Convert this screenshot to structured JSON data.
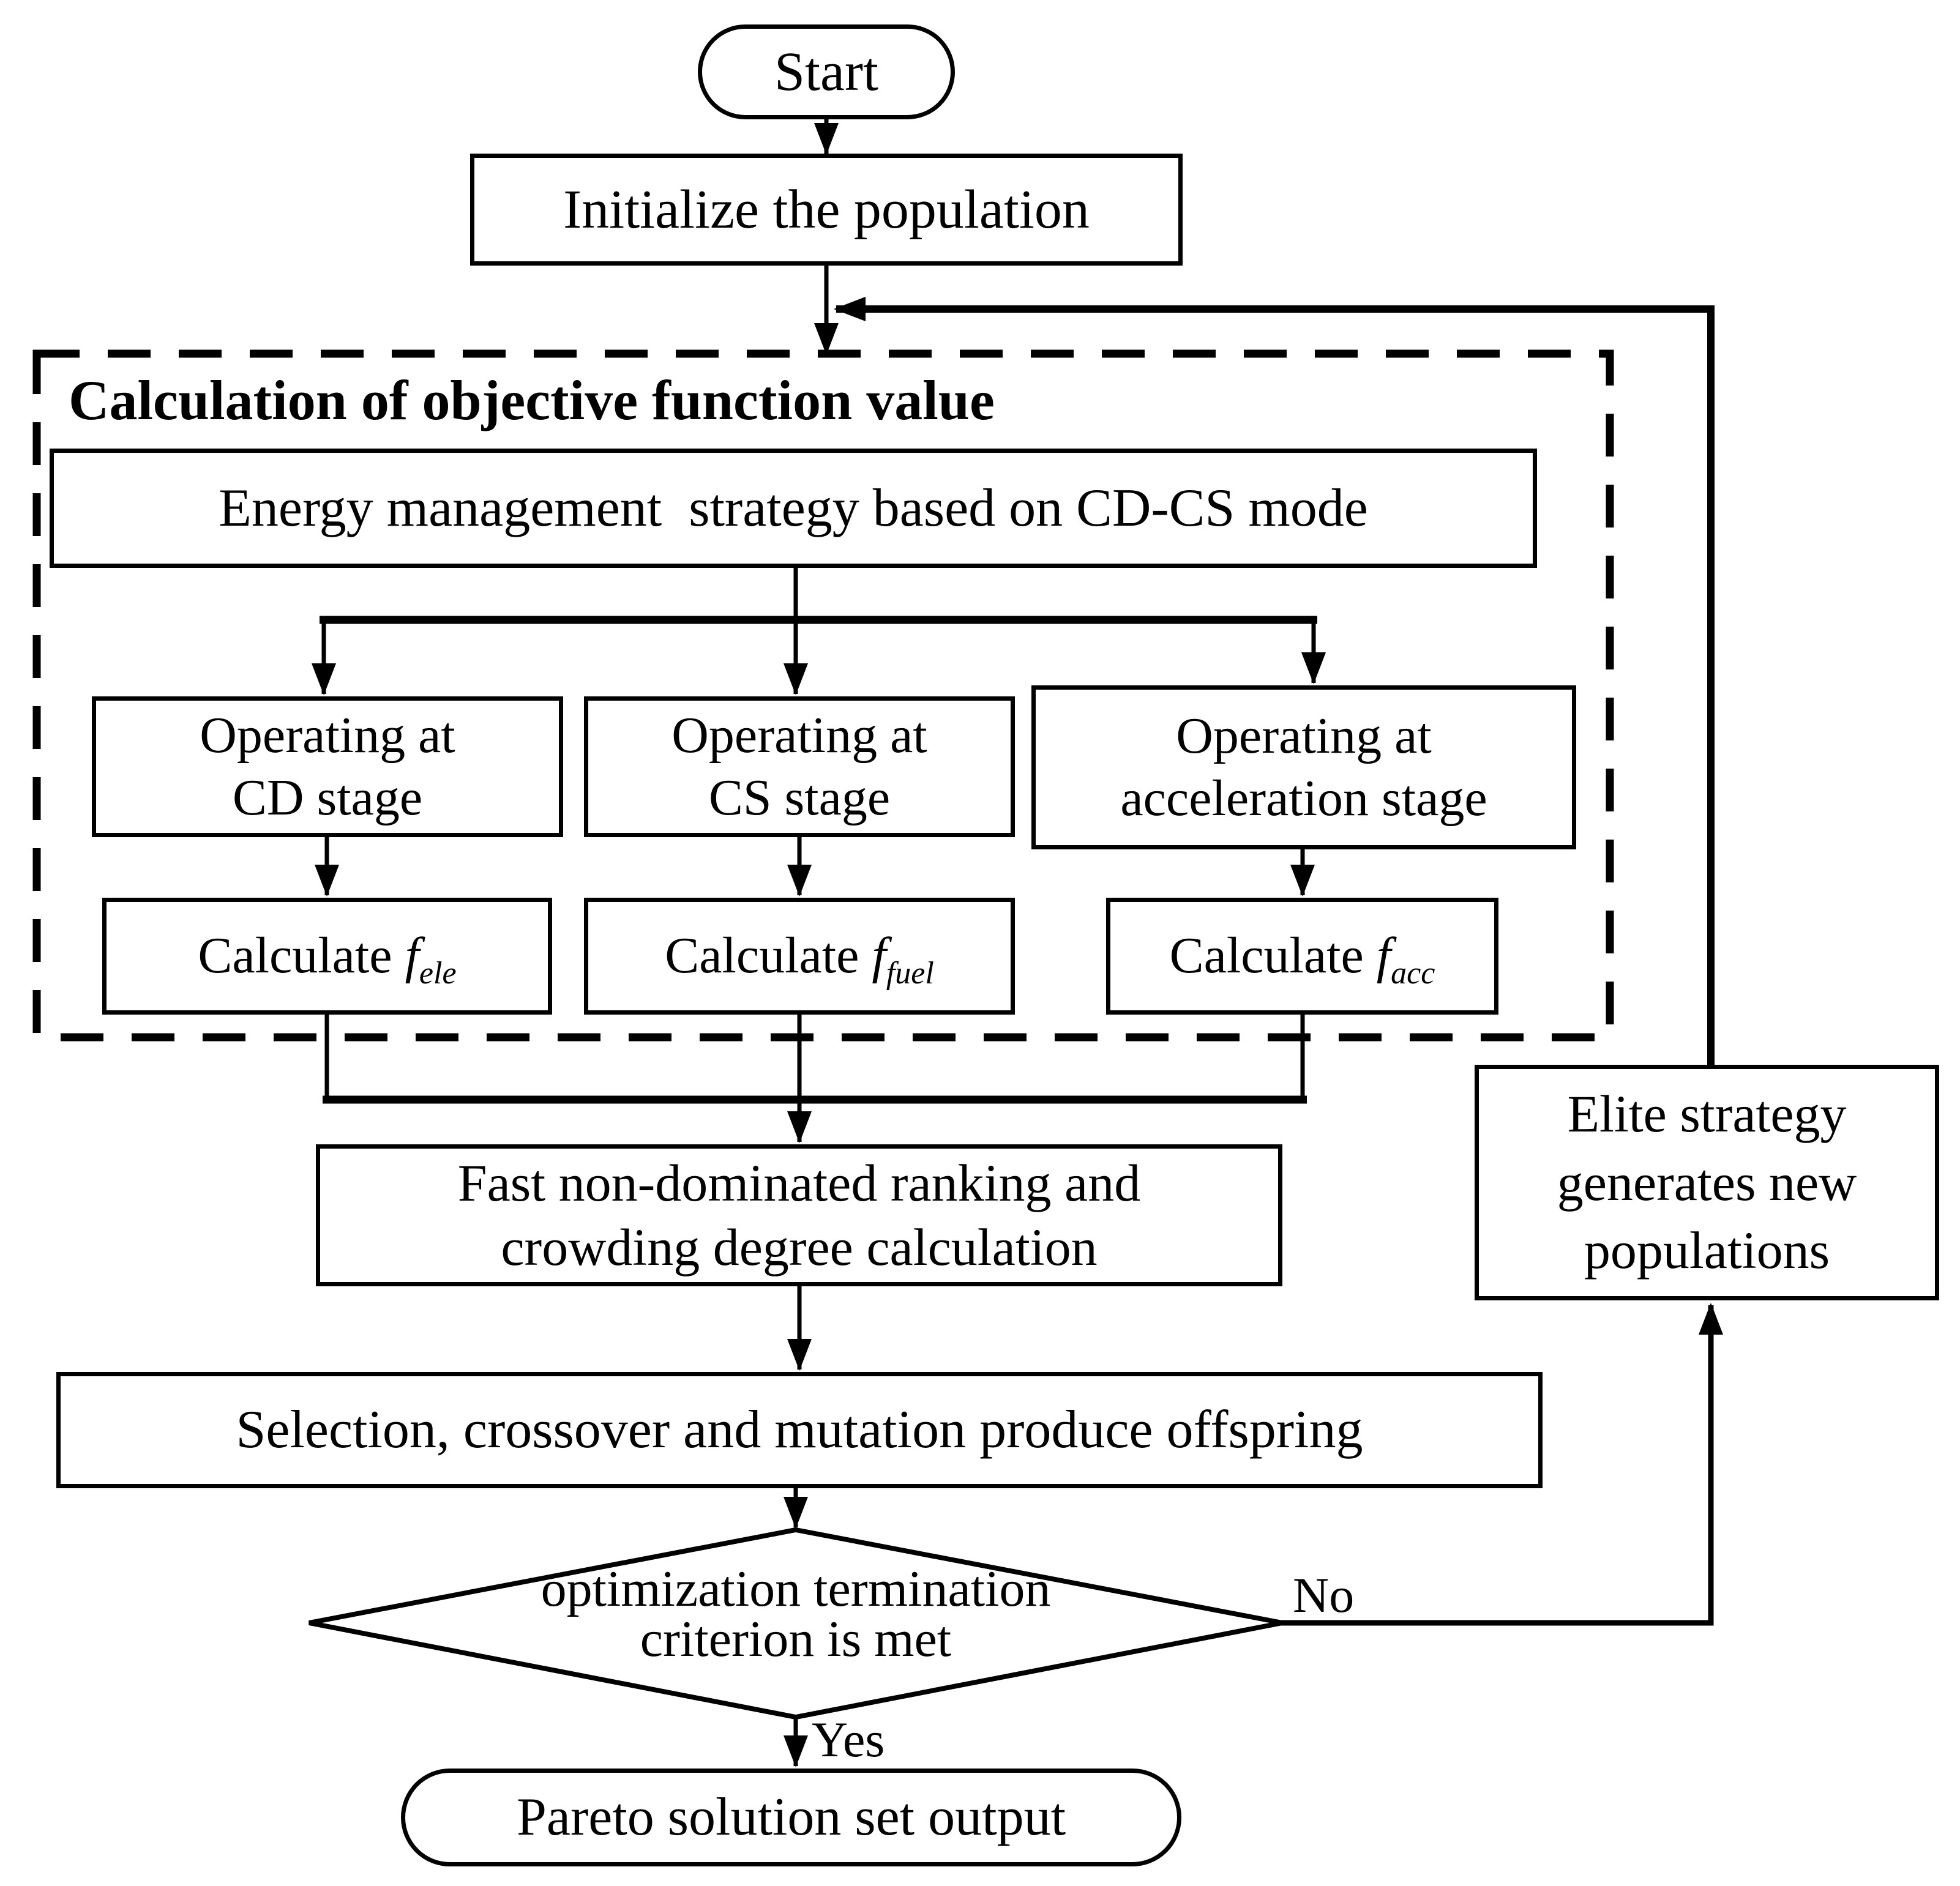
{
  "diagram": {
    "type": "flowchart",
    "background": "#ffffff",
    "line_color": "#000000",
    "nodes": {
      "start": {
        "label": "Start"
      },
      "initialize": {
        "label": "Initialize the population"
      },
      "objective_group": {
        "title": "Calculation of objective function value"
      },
      "energy": {
        "label": "Energy management  strategy based on CD-CS mode"
      },
      "cd": {
        "line1": "Operating at",
        "line2": "CD stage"
      },
      "cs": {
        "line1": "Operating at",
        "line2": "CS stage"
      },
      "acc": {
        "line1": "Operating at",
        "line2": "acceleration stage"
      },
      "calc_ele": {
        "prefix": "Calculate ",
        "symbol": "f",
        "subscript": "ele"
      },
      "calc_fuel": {
        "prefix": "Calculate ",
        "symbol": "f",
        "subscript": "fuel"
      },
      "calc_acc": {
        "prefix": "Calculate ",
        "symbol": "f",
        "subscript": "acc"
      },
      "fast": {
        "line1": "Fast non-dominated ranking and",
        "line2": "crowding degree calculation"
      },
      "selection": {
        "label": "Selection, crossover and mutation produce offspring"
      },
      "decision": {
        "line1": "optimization termination",
        "line2": "criterion is met"
      },
      "elite": {
        "line1": "Elite strategy",
        "line2": "generates new",
        "line3": "populations"
      },
      "pareto": {
        "label": "Pareto solution set output"
      }
    },
    "edges": {
      "no_label": "No",
      "yes_label": "Yes"
    }
  }
}
